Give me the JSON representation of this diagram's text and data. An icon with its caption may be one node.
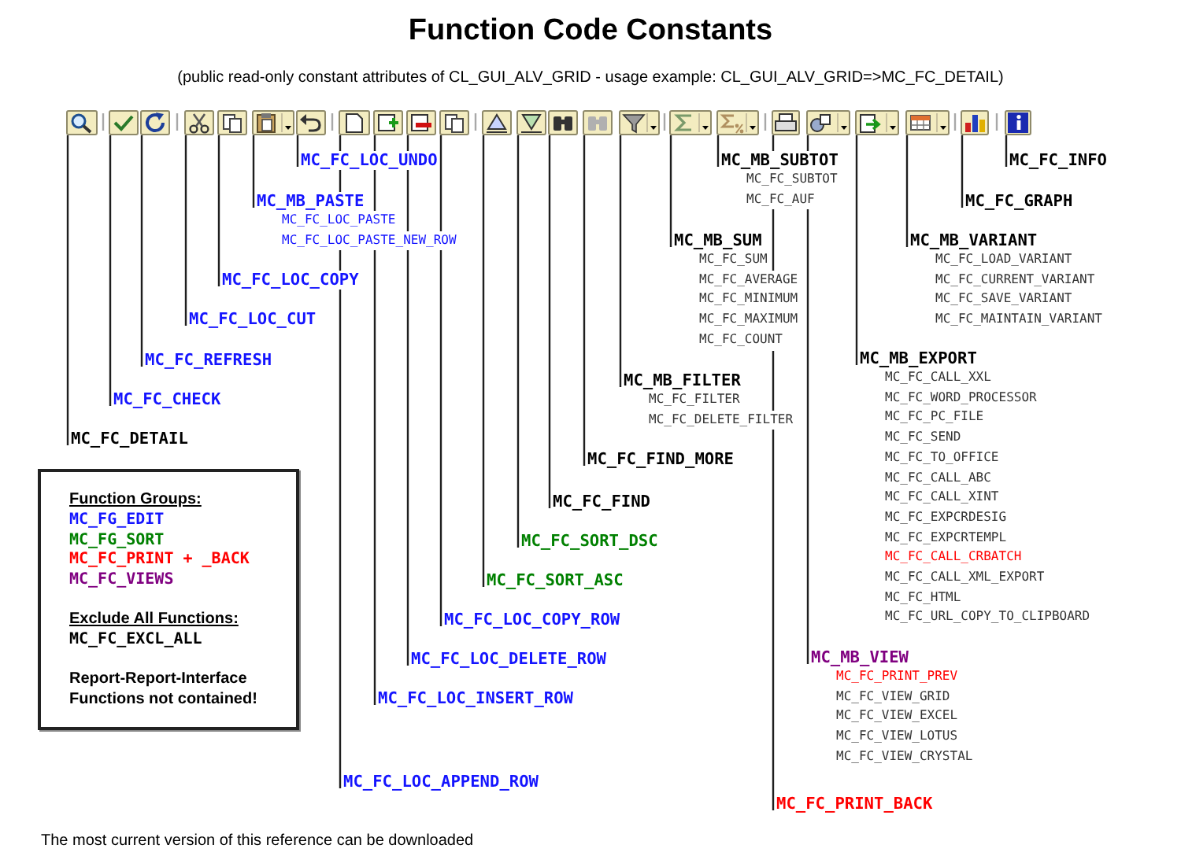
{
  "diagram": {
    "title": "Function Code Constants",
    "caption": "The most current version of this reference can be downloaded",
    "nodes": [
      {
        "text": [],
        "shape": "picture"
      },
      {
        "text": [],
        "shape": "picture"
      },
      {
        "text": [],
        "shape": "picture"
      },
      {
        "text": [],
        "shape": "picture"
      },
      {
        "text": [],
        "shape": "picture"
      },
      {
        "text": [],
        "shape": "picture"
      },
      {
        "text": [],
        "shape": "picture"
      },
      {
        "text": [],
        "shape": "picture"
      },
      {
        "text": [],
        "shape": "picture"
      },
      {
        "text": [],
        "shape": "picture"
      },
      {
        "text": [],
        "shape": "picture"
      },
      {
        "text": [],
        "shape": "picture"
      },
      {
        "text": [],
        "shape": "picture"
      },
      {
        "text": [],
        "shape": "picture"
      },
      {
        "text": [],
        "shape": "picture"
      },
      {
        "text": [],
        "shape": "picture"
      },
      {
        "text": [],
        "shape": "picture"
      },
      {
        "text": [],
        "shape": "picture"
      },
      {
        "text": [],
        "shape": "picture"
      },
      {
        "text": [],
        "shape": "picture"
      },
      {
        "text": [],
        "shape": "picture"
      },
      {
        "text": [],
        "shape": "picture"
      },
      {
        "text": [],
        "shape": "picture"
      },
      {
        "text": [],
        "shape": "picture"
      },
      {
        "text": [
          "MC_FC_DETAIL"
        ]
      },
      {
        "text": [
          "MC_FC_CHECK"
        ]
      },
      {
        "text": [
          "MC_FC_REFRESH"
        ]
      },
      {
        "text": [
          "MC_FC_LOC_CUT"
        ]
      },
      {
        "text": [
          "MC_FC_LOC_COPY"
        ]
      },
      {
        "text": [
          "MC_MB_PASTE",
          "MC_FC_LOC_PASTE",
          "MC_FC_LOC_PASTE_NEW_ROW"
        ]
      },
      {
        "text": [
          "MC_FC_LOC_UNDO"
        ]
      },
      {
        "text": [
          "MC_FC_LOC_APPEND_ROW"
        ]
      },
      {
        "text": [
          "MC_FC_LOC_INSERT_ROW"
        ]
      },
      {
        "text": [
          "MC_FC_LOC_DELETE_ROW"
        ]
      },
      {
        "text": [
          "MC_FC_LOC_COPY_ROW"
        ]
      },
      {
        "text": [
          "MC_FC_SORT_ASC"
        ]
      },
      {
        "text": [
          "MC_FC_SORT_DSC"
        ]
      },
      {
        "text": [
          "MC_FC_FIND"
        ]
      },
      {
        "text": [
          "MC_FC_FIND_MORE"
        ]
      },
      {
        "text": [
          "MC_MB_FILTER",
          "MC_FC_FILTER",
          "MC_FC_DELETE_FILTER"
        ]
      },
      {
        "text": [
          "MC_MB_SUM",
          "MC_FC_SUM",
          "MC_FC_AVERAGE",
          "MC_FC_MINIMUM",
          "MC_FC_MAXIMUM",
          "MC_FC_COUNT"
        ]
      },
      {
        "text": [
          "MC_MB_SUBTOT",
          "MC_FC_SUBTOT",
          "MC_FC_AUF"
        ]
      },
      {
        "text": [
          "MC_FC_PRINT_BACK"
        ]
      },
      {
        "text": [
          "MC_MB_VIEW",
          "MC_FC_PRINT_PREV",
          "MC_FC_VIEW_GRID",
          "MC_FC_VIEW_EXCEL",
          "MC_FC_VIEW_LOTUS",
          "MC_FC_VIEW_CRYSTAL"
        ]
      },
      {
        "text": [
          "MC_MB_EXPORT",
          "MC_FC_CALL_XXL",
          "MC_FC_WORD_PROCESSOR",
          "MC_FC_PC_FILE",
          "MC_FC_SEND",
          "MC_FC_TO_OFFICE",
          "MC_FC_CALL_ABC",
          "MC_FC_CALL_XINT",
          "MC_FC_EXPCRDESIG",
          "MC_FC_EXPCRTEMPL",
          "MC_FC_CALL_CRBATCH",
          "MC_FC_CALL_XML_EXPORT",
          "MC_FC_HTML",
          "MC_FC_URL_COPY_TO_CLIPBOARD"
        ]
      },
      {
        "text": [
          "MC_MB_VARIANT",
          "MC_FC_LOAD_VARIANT",
          "MC_FC_CURRENT_VARIANT",
          "MC_FC_SAVE_VARIANT",
          "MC_FC_MAINTAIN_VARIANT"
        ]
      },
      {
        "text": [
          "MC_FC_GRAPH"
        ]
      },
      {
        "text": [
          "MC_FC_INFO"
        ]
      }
    ],
    "edges": [
      {
        "from": 24,
        "to": 0,
        "arrow": "none"
      },
      {
        "from": 25,
        "to": 1,
        "arrow": "none"
      },
      {
        "from": 26,
        "to": 2,
        "arrow": "none"
      },
      {
        "from": 27,
        "to": 3,
        "arrow": "none"
      },
      {
        "from": 28,
        "to": 4,
        "arrow": "none"
      },
      {
        "from": 29,
        "to": 5,
        "arrow": "none"
      },
      {
        "from": 30,
        "to": 6,
        "arrow": "none"
      },
      {
        "from": 31,
        "to": 7,
        "arrow": "none"
      },
      {
        "from": 32,
        "to": 8,
        "arrow": "none"
      },
      {
        "from": 33,
        "to": 9,
        "arrow": "none"
      },
      {
        "from": 34,
        "to": 10,
        "arrow": "none"
      },
      {
        "from": 35,
        "to": 11,
        "arrow": "none"
      },
      {
        "from": 36,
        "to": 12,
        "arrow": "none"
      },
      {
        "from": 37,
        "to": 13,
        "arrow": "none"
      },
      {
        "from": 38,
        "to": 14,
        "arrow": "none"
      },
      {
        "from": 39,
        "to": 15,
        "arrow": "none"
      },
      {
        "from": 40,
        "to": 16,
        "arrow": "none"
      },
      {
        "from": 41,
        "to": 17,
        "arrow": "none"
      },
      {
        "from": 42,
        "to": 18,
        "arrow": "none"
      },
      {
        "from": 43,
        "to": 19,
        "arrow": "none"
      },
      {
        "from": 44,
        "to": 20,
        "arrow": "none"
      },
      {
        "from": 45,
        "to": 21,
        "arrow": "none"
      },
      {
        "from": 46,
        "to": 22,
        "arrow": "none"
      },
      {
        "from": 47,
        "to": 23,
        "arrow": "none"
      }
    ],
    "labels": [
      "(public read-only constant attributes of CL_GUI_ALV_GRID - usage example: CL_GUI_ALV_GRID=>MC_FC_DETAIL)",
      "Function Groups:",
      "Exclude All Functions:",
      "MC_FC_EXCL_ALL",
      "Report-Report-Interface Functions not contained!"
    ],
    "legend": [
      {
        "text": "MC_FG_EDIT",
        "color": "#1414ff"
      },
      {
        "text": "MC_FG_SORT",
        "color": "#008000"
      },
      {
        "text": "MC_FC_PRINT + _BACK",
        "color": "#ff0000"
      },
      {
        "text": "MC_FC_VIEWS",
        "color": "#800080"
      }
    ]
  }
}
